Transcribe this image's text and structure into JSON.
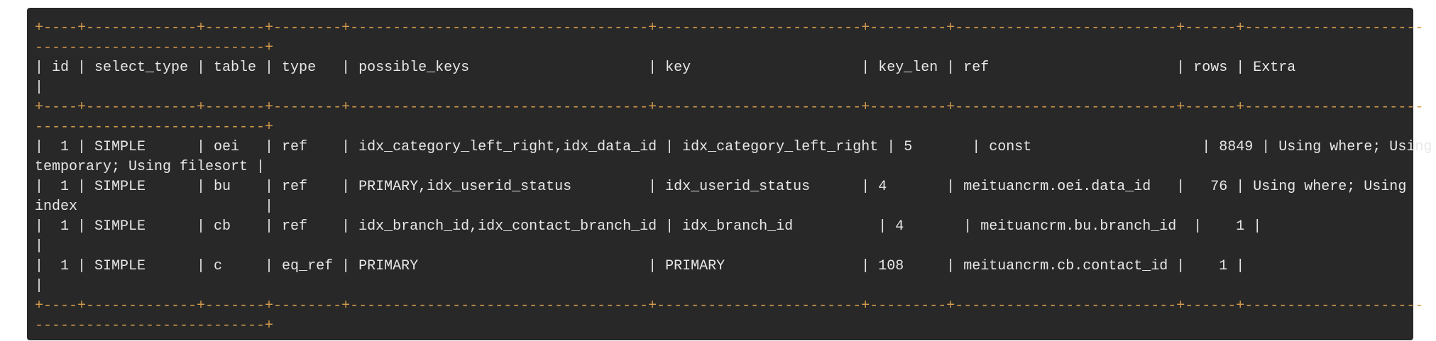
{
  "table_output": {
    "lines": [
      {
        "kind": "border",
        "text": "+----+-------------+-------+--------+-----------------------------------+------------------------+---------+--------------------------+------+---------------------"
      },
      {
        "kind": "border",
        "text": "---------------------------+"
      },
      {
        "kind": "row",
        "text": "| id | select_type | table | type   | possible_keys                     | key                    | key_len | ref                      | rows | Extra"
      },
      {
        "kind": "row",
        "text": "|"
      },
      {
        "kind": "border",
        "text": "+----+-------------+-------+--------+-----------------------------------+------------------------+---------+--------------------------+------+---------------------"
      },
      {
        "kind": "border",
        "text": "---------------------------+"
      },
      {
        "kind": "row",
        "text": "|  1 | SIMPLE      | oei   | ref    | idx_category_left_right,idx_data_id | idx_category_left_right | 5       | const                    | 8849 | Using where; Using"
      },
      {
        "kind": "row",
        "text": "temporary; Using filesort |"
      },
      {
        "kind": "row",
        "text": "|  1 | SIMPLE      | bu    | ref    | PRIMARY,idx_userid_status         | idx_userid_status      | 4       | meituancrm.oei.data_id   |   76 | Using where; Using"
      },
      {
        "kind": "row",
        "text": "index                      |"
      },
      {
        "kind": "row",
        "text": "|  1 | SIMPLE      | cb    | ref    | idx_branch_id,idx_contact_branch_id | idx_branch_id          | 4       | meituancrm.bu.branch_id  |    1 |"
      },
      {
        "kind": "row",
        "text": "|"
      },
      {
        "kind": "row",
        "text": "|  1 | SIMPLE      | c     | eq_ref | PRIMARY                           | PRIMARY                | 108     | meituancrm.cb.contact_id |    1 |"
      },
      {
        "kind": "row",
        "text": "|"
      },
      {
        "kind": "border",
        "text": "+----+-------------+-------+--------+-----------------------------------+------------------------+---------+--------------------------+------+---------------------"
      },
      {
        "kind": "border",
        "text": "---------------------------+"
      }
    ]
  },
  "colors": {
    "panel_background": "#282828",
    "text": "#e8e8e8",
    "border_text": "#d49a4c"
  }
}
